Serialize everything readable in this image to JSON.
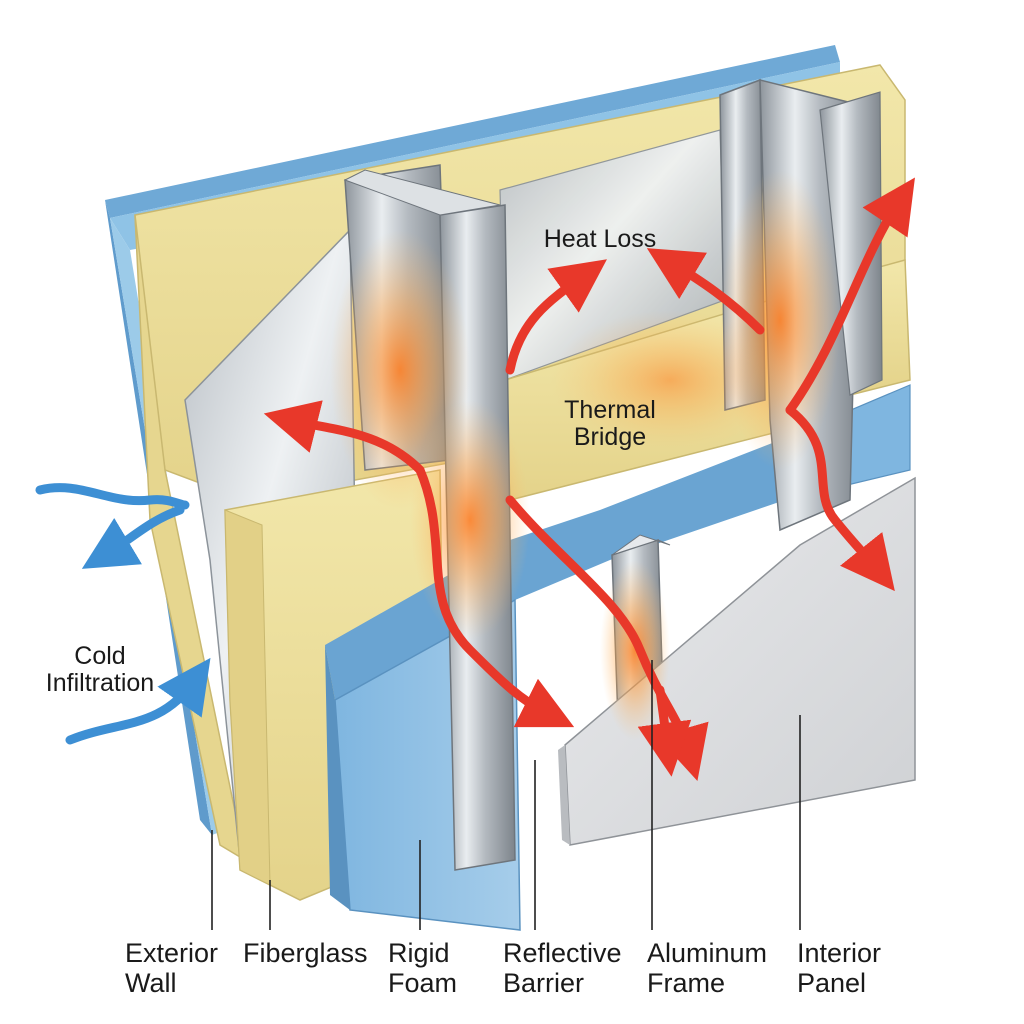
{
  "annotations": {
    "heat_loss": "Heat Loss",
    "thermal_bridge": "Thermal\nBridge",
    "cold_infiltration": "Cold\nInfiltration"
  },
  "layers": [
    {
      "id": "exterior-wall",
      "label": "Exterior\nWall"
    },
    {
      "id": "fiberglass",
      "label": "Fiberglass"
    },
    {
      "id": "rigid-foam",
      "label": "Rigid\nFoam"
    },
    {
      "id": "reflective-barrier",
      "label": "Reflective\nBarrier"
    },
    {
      "id": "aluminum-frame",
      "label": "Aluminum\nFrame"
    },
    {
      "id": "interior-panel",
      "label": "Interior\nPanel"
    }
  ],
  "colors": {
    "exterior_blue": "#8fc3e6",
    "fiberglass_yellow": "#efe3a1",
    "rigid_foam_blue": "#7fb6e0",
    "metal": "#c9ced3",
    "heat_red": "#e8382a",
    "heat_glow": "#ff9a2e",
    "cold_blue": "#3d8fd4"
  }
}
